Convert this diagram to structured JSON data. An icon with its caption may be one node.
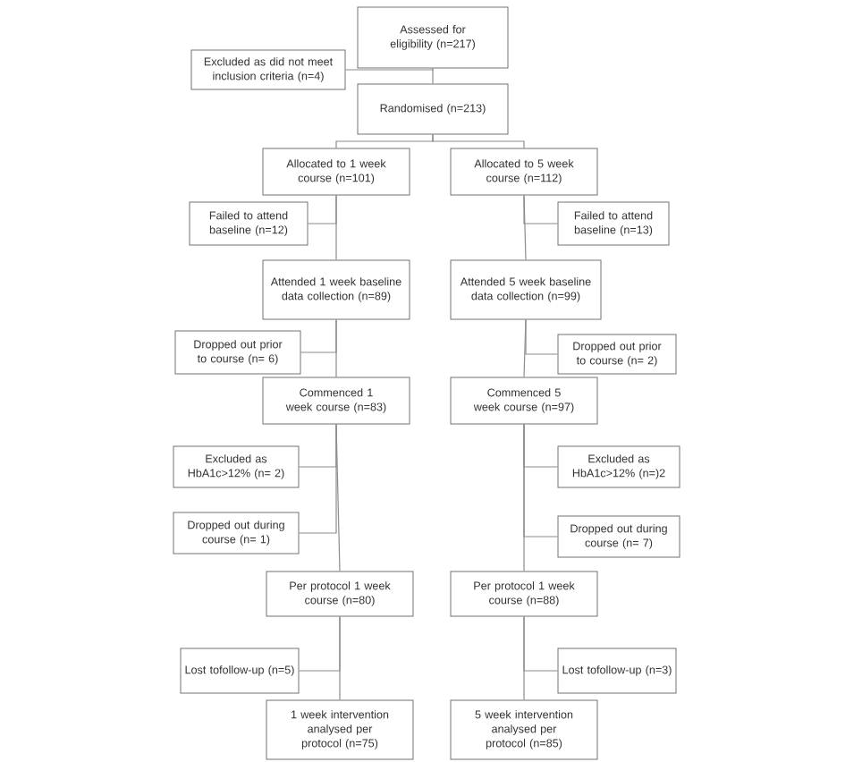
{
  "diagram": {
    "nodes": [
      {
        "text": [
          "Assessed for eligibility (n=217)"
        ]
      },
      {
        "text": [
          "Excluded as did not meet inclusion criteria (n=4)"
        ]
      },
      {
        "text": [
          "Randomised (n=213)"
        ]
      },
      {
        "text": [
          "Allocated to 1 week course (n=101)"
        ]
      },
      {
        "text": [
          "Allocated to 5 week course (n=112)"
        ]
      },
      {
        "text": [
          "Failed to attend baseline (n=12)"
        ]
      },
      {
        "text": [
          "Failed to attend baseline (n=13)"
        ]
      },
      {
        "text": [
          "Attended 1 week baseline data collection (n=89)"
        ]
      },
      {
        "text": [
          "Attended 5 week baseline data collection (n=99)"
        ]
      },
      {
        "text": [
          "Dropped out prior to course (n= 6)"
        ]
      },
      {
        "text": [
          "Dropped out prior to course (n= 2)"
        ]
      },
      {
        "text": [
          "Commenced 1 week course (n=83)"
        ]
      },
      {
        "text": [
          "Commenced 5 week course (n=97)"
        ]
      },
      {
        "text": [
          "Excluded as HbA1c>12% (n= 2)"
        ]
      },
      {
        "text": [
          "Excluded as HbA1c>12% (n=)2"
        ]
      },
      {
        "text": [
          "Dropped out during course (n= 1)"
        ]
      },
      {
        "text": [
          "Dropped out during course (n= 7)"
        ]
      },
      {
        "text": [
          "Per protocol 1 week course (n=80)"
        ]
      },
      {
        "text": [
          "Per protocol 1 week course (n=88)"
        ]
      },
      {
        "text": [
          "Lost tofollow-up (n=5)"
        ]
      },
      {
        "text": [
          "Lost tofollow-up (n=3)"
        ]
      },
      {
        "text": [
          "1 week intervention analysed per protocol (n=75)"
        ]
      },
      {
        "text": [
          "5 week intervention analysed per protocol (n=85)"
        ]
      }
    ],
    "edges": [
      {
        "from": 0,
        "to": 2,
        "arrow": "none"
      },
      {
        "from": 0,
        "to": 1,
        "arrow": "none"
      },
      {
        "from": 2,
        "to": 3,
        "arrow": "none"
      },
      {
        "from": 2,
        "to": 4,
        "arrow": "none"
      },
      {
        "from": 3,
        "to": 7,
        "arrow": "none"
      },
      {
        "from": 3,
        "to": 5,
        "arrow": "none"
      },
      {
        "from": 4,
        "to": 8,
        "arrow": "none"
      },
      {
        "from": 4,
        "to": 6,
        "arrow": "none"
      },
      {
        "from": 7,
        "to": 11,
        "arrow": "none"
      },
      {
        "from": 7,
        "to": 9,
        "arrow": "none"
      },
      {
        "from": 8,
        "to": 12,
        "arrow": "none"
      },
      {
        "from": 8,
        "to": 10,
        "arrow": "none"
      },
      {
        "from": 11,
        "to": 17,
        "arrow": "none"
      },
      {
        "from": 11,
        "to": 13,
        "arrow": "none"
      },
      {
        "from": 11,
        "to": 15,
        "arrow": "none"
      },
      {
        "from": 12,
        "to": 18,
        "arrow": "none"
      },
      {
        "from": 12,
        "to": 14,
        "arrow": "none"
      },
      {
        "from": 12,
        "to": 16,
        "arrow": "none"
      },
      {
        "from": 17,
        "to": 21,
        "arrow": "none"
      },
      {
        "from": 17,
        "to": 19,
        "arrow": "none"
      },
      {
        "from": 18,
        "to": 22,
        "arrow": "none"
      },
      {
        "from": 18,
        "to": 20,
        "arrow": "none"
      }
    ]
  }
}
